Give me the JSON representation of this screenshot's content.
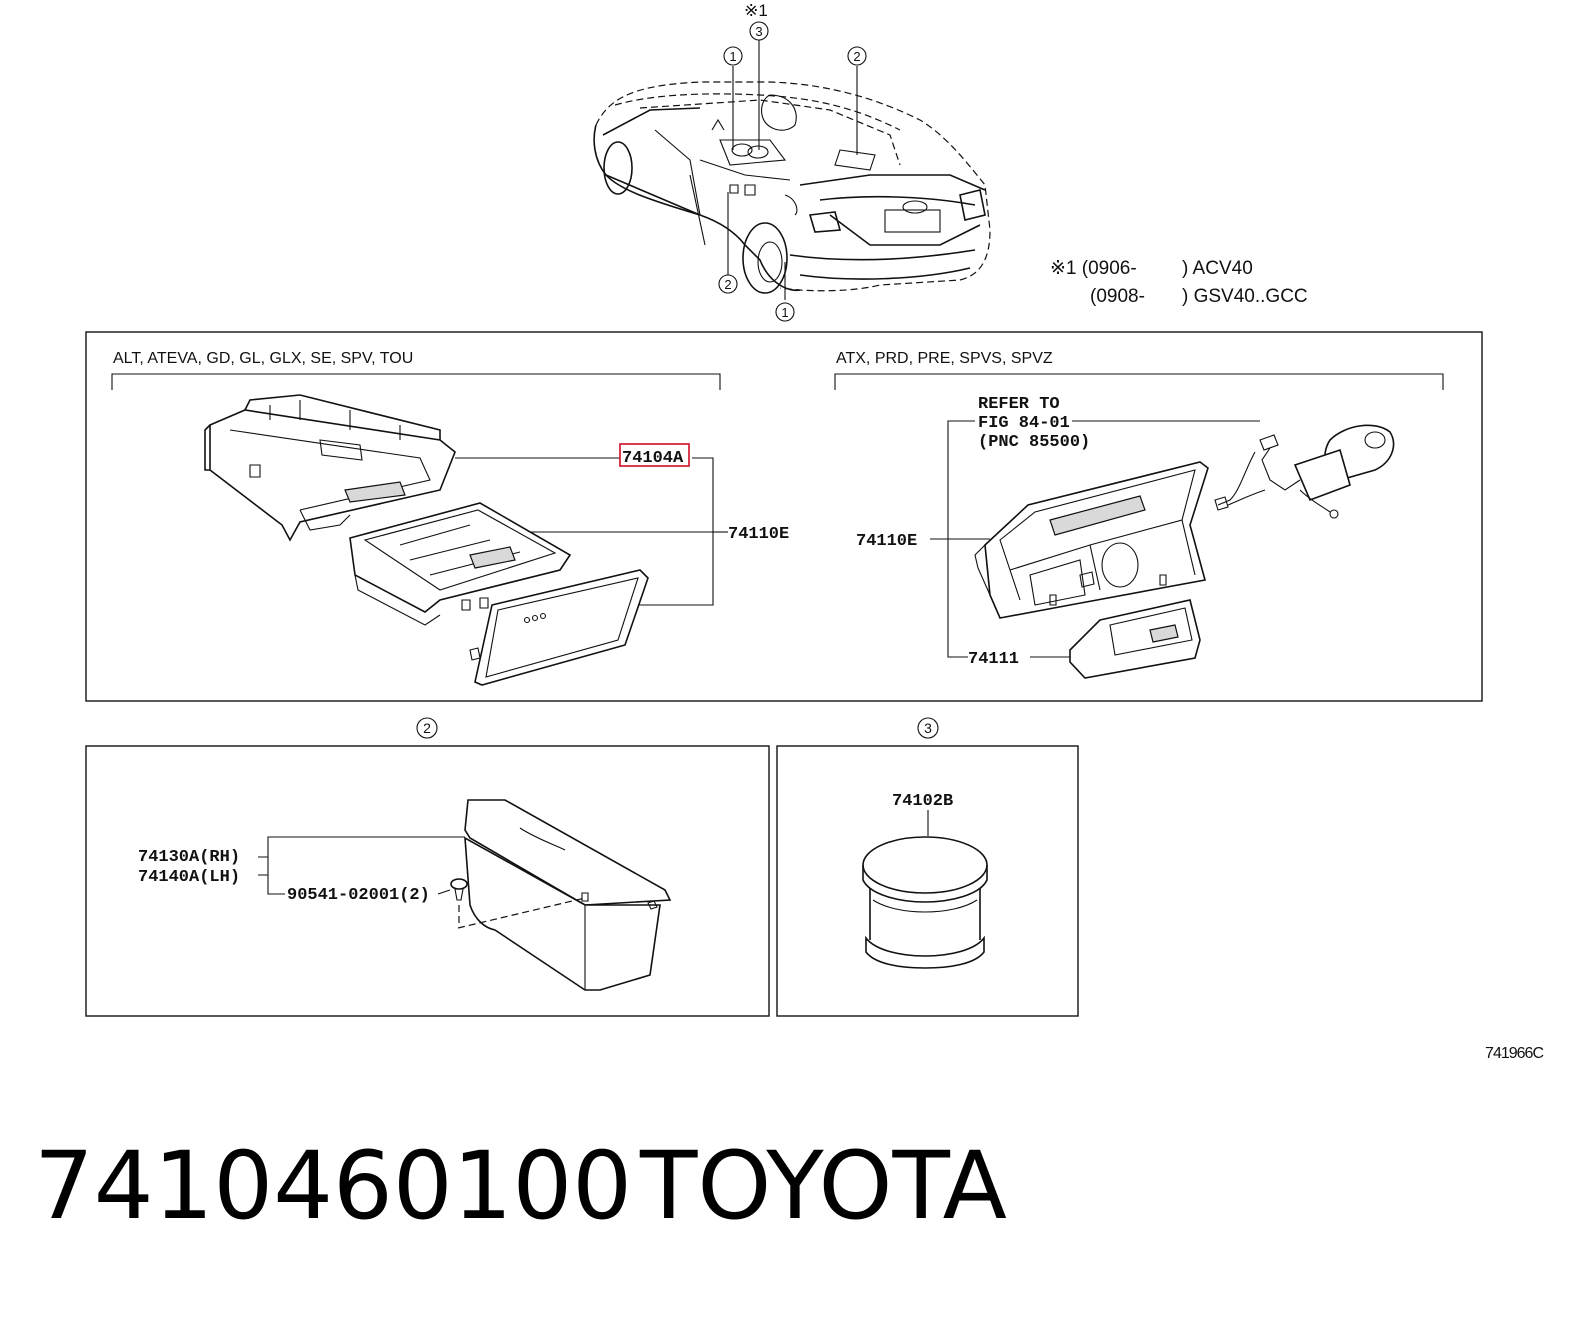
{
  "callouts": {
    "c1": "①",
    "c2": "②",
    "c3": "③",
    "note_mark": "※1"
  },
  "note": {
    "line1_prefix": "※1 (0906-",
    "line1_suffix": ") ACV40",
    "line2_prefix": "(0908-",
    "line2_suffix": ") GSV40..GCC"
  },
  "panel_top_left": {
    "grades": "ALT, ATEVA, GD, GL, GLX, SE, SPV, TOU",
    "part_highlighted": "74104A",
    "part_assembly": "74110E"
  },
  "panel_top_right": {
    "grades": "ATX, PRD, PRE, SPVS, SPVZ",
    "refer_line1": "REFER TO",
    "refer_line2": "FIG 84-01",
    "refer_line3": "(PNC 85500)",
    "part_assembly": "74110E",
    "part_box": "74111"
  },
  "panel_rear": {
    "part_rh": "74130A(RH)",
    "part_lh": "74140A(LH)",
    "part_clip": "90541-02001(2)"
  },
  "panel_cup": {
    "part": "74102B"
  },
  "figure_code": "741966C",
  "footer": {
    "part_number": "7410460100",
    "brand": "TOYOTA"
  },
  "colors": {
    "highlight": "#d4263a"
  }
}
